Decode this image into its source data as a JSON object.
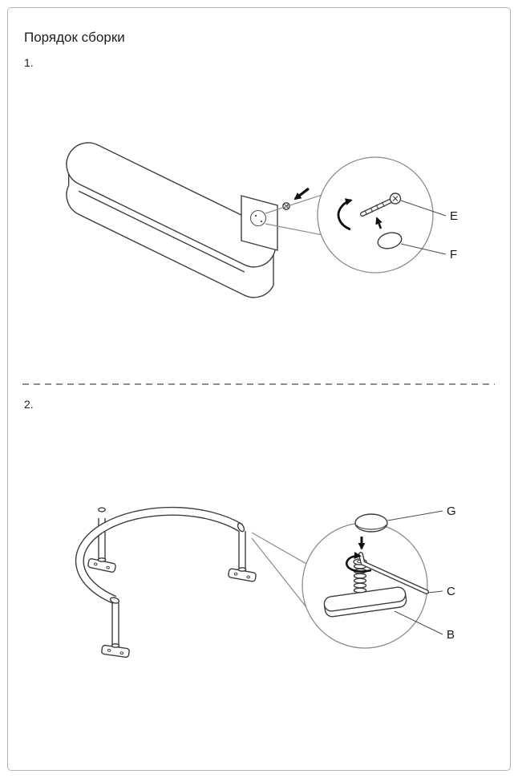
{
  "page": {
    "title": "Порядок сборки",
    "background": "#ffffff",
    "border_color": "#b4b4b4",
    "line_color": "#3d3d3d",
    "callout_color": "#8c8c8c"
  },
  "step1": {
    "number": "1.",
    "labels": {
      "e": "E",
      "f": "F"
    }
  },
  "step2": {
    "number": "2.",
    "labels": {
      "g": "G",
      "c": "C",
      "b": "B"
    }
  }
}
